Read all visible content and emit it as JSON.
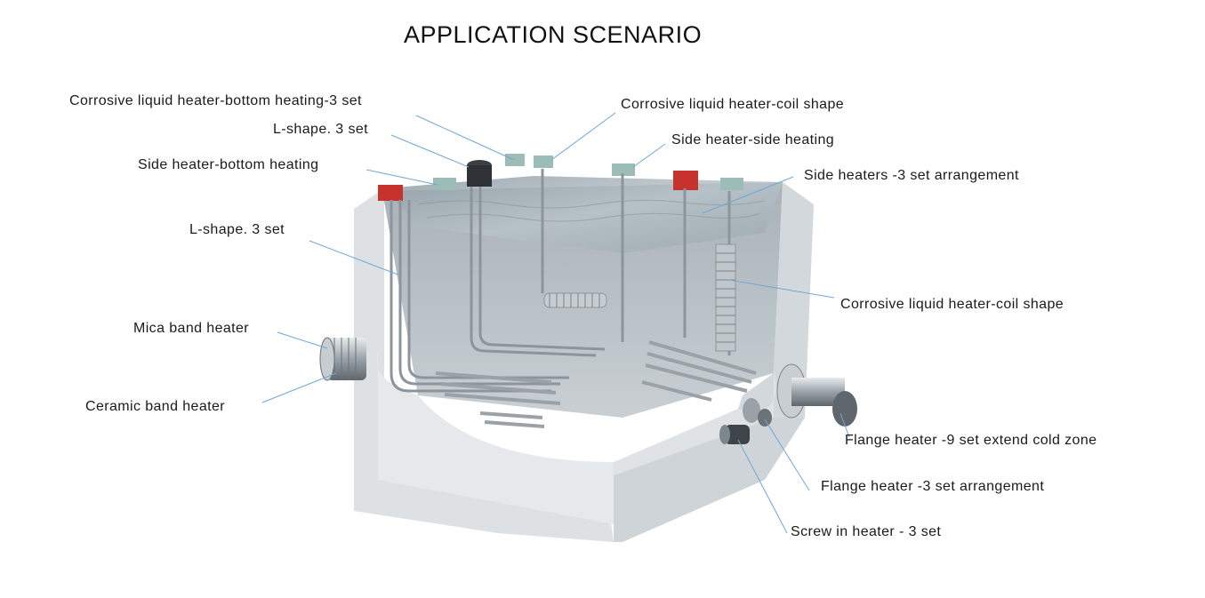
{
  "title": "APPLICATION SCENARIO",
  "labels": {
    "corrosive_bottom": "Corrosive liquid heater-bottom heating-3 set",
    "l_shape_top": "L-shape. 3 set",
    "side_bottom": "Side heater-bottom heating",
    "l_shape_mid": "L-shape. 3 set",
    "mica_band": "Mica band heater",
    "ceramic_band": "Ceramic band heater",
    "corrosive_coil_top": "Corrosive liquid heater-coil shape",
    "side_side": "Side heater-side heating",
    "side_3set": "Side heaters -3 set arrangement",
    "corrosive_coil_right": "Corrosive liquid heater-coil shape",
    "flange_9": "Flange heater -9 set extend cold zone",
    "flange_3": "Flange heater -3 set arrangement",
    "screw_in": "Screw in heater - 3 set"
  },
  "colors": {
    "tank_wall": "#d7dbdf",
    "tank_inner": "#c2c8cd",
    "water": "#b9c3c9",
    "leader_line": "#6fa7d6",
    "red_box": "#c8322c",
    "text": "#1a1a1a"
  }
}
